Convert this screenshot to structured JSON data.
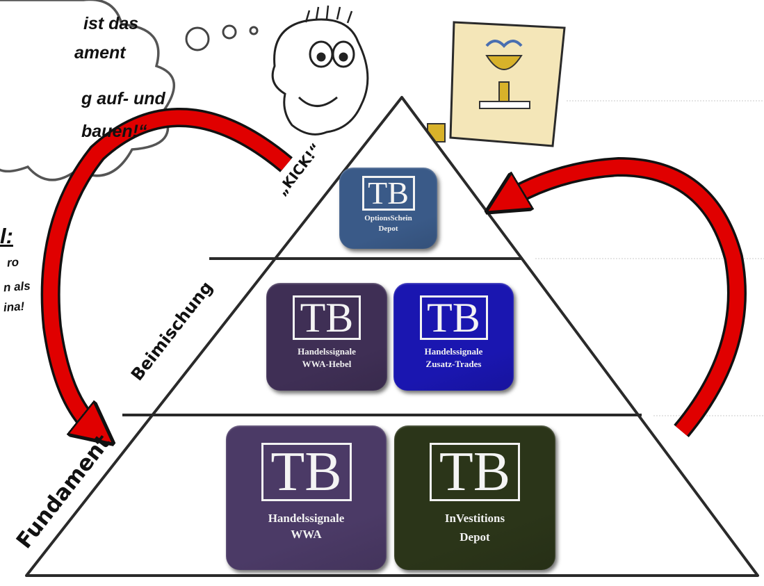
{
  "thought_bubble": {
    "lines": [
      "ist das",
      "ament",
      "g auf- und",
      "bauen!“"
    ]
  },
  "left_note": {
    "heading": "l:",
    "lines": [
      "ro",
      "n als",
      "ina!"
    ]
  },
  "pyramid_labels": {
    "kick": "„KICK!“",
    "beimischung": "Beimischung",
    "fundament": "Fundament"
  },
  "tiles": [
    {
      "logo": "TB",
      "line1": "OptionsSchein",
      "line2": "Depot",
      "color": "#3a5a88"
    },
    {
      "logo": "TB",
      "line1": "Handelssignale",
      "line2": "WWA-Hebel",
      "color": "#3f2f55"
    },
    {
      "logo": "TB",
      "line1": "Handelssignale",
      "line2": "Zusatz-Trades",
      "color": "#1a16b0"
    },
    {
      "logo": "TB",
      "line1": "Handelssignale",
      "line2": "WWA",
      "color": "#4b3a66"
    },
    {
      "logo": "TB",
      "line1": "InVestitions",
      "line2": "Depot",
      "color": "#2b3519"
    }
  ],
  "colors": {
    "arrow": "#e00000",
    "arrow_outline": "#111111"
  }
}
